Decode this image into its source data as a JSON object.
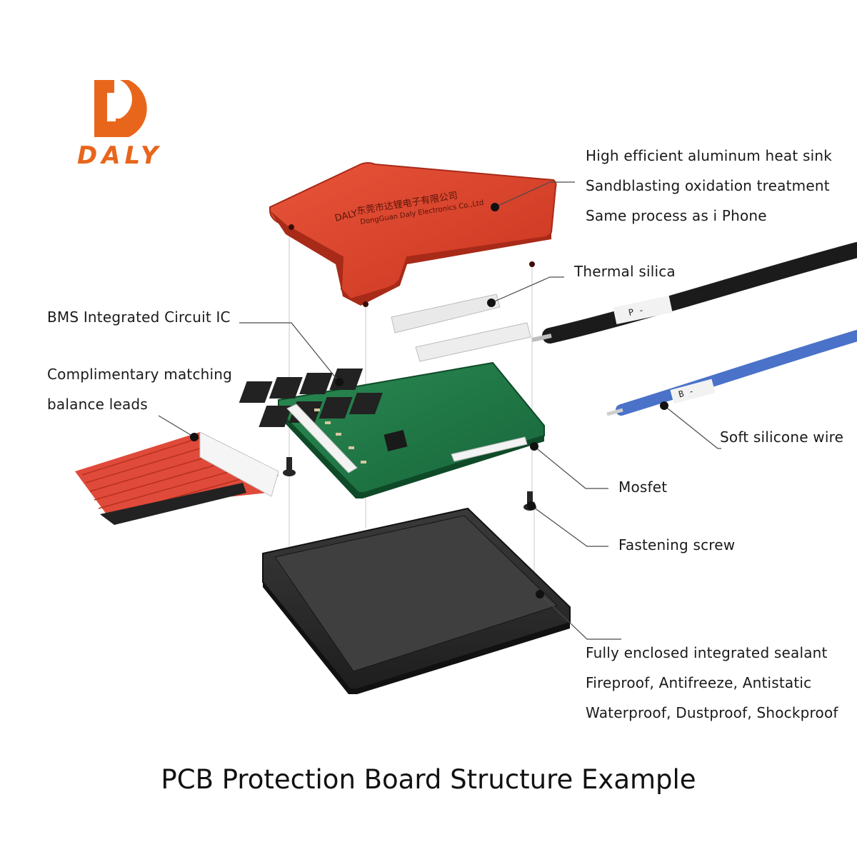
{
  "brand": {
    "name": "DALY",
    "color": "#e8661c",
    "heatsink_print_cn": "东莞市达锂电子有限公司",
    "heatsink_print_en": "DongGuan Daly Electronics Co.,Ltd"
  },
  "labels": {
    "heat_sink": [
      "High efficient aluminum heat sink",
      "Sandblasting oxidation treatment",
      "Same process as i Phone"
    ],
    "thermal_silica": "Thermal silica",
    "bms_ic": "BMS Integrated Circuit IC",
    "balance_leads": [
      "Complimentary matching",
      "balance leads"
    ],
    "soft_wire": "Soft silicone wire",
    "mosfet": "Mosfet",
    "screw": "Fastening screw",
    "enclosure": [
      "Fully enclosed integrated sealant",
      "Fireproof, Antifreeze, Antistatic",
      "Waterproof, Dustproof, Shockproof"
    ]
  },
  "wire_tags": {
    "p_minus": "P -",
    "b_minus": "B -"
  },
  "title": "PCB Protection Board Structure Example",
  "colors": {
    "heat_sink": "#d8412b",
    "pcb": "#1f7a45",
    "case": "#2a2a2a",
    "wire_black": "#1b1b1b",
    "wire_blue": "#4a72c8",
    "balance_red": "#e04a3a"
  }
}
